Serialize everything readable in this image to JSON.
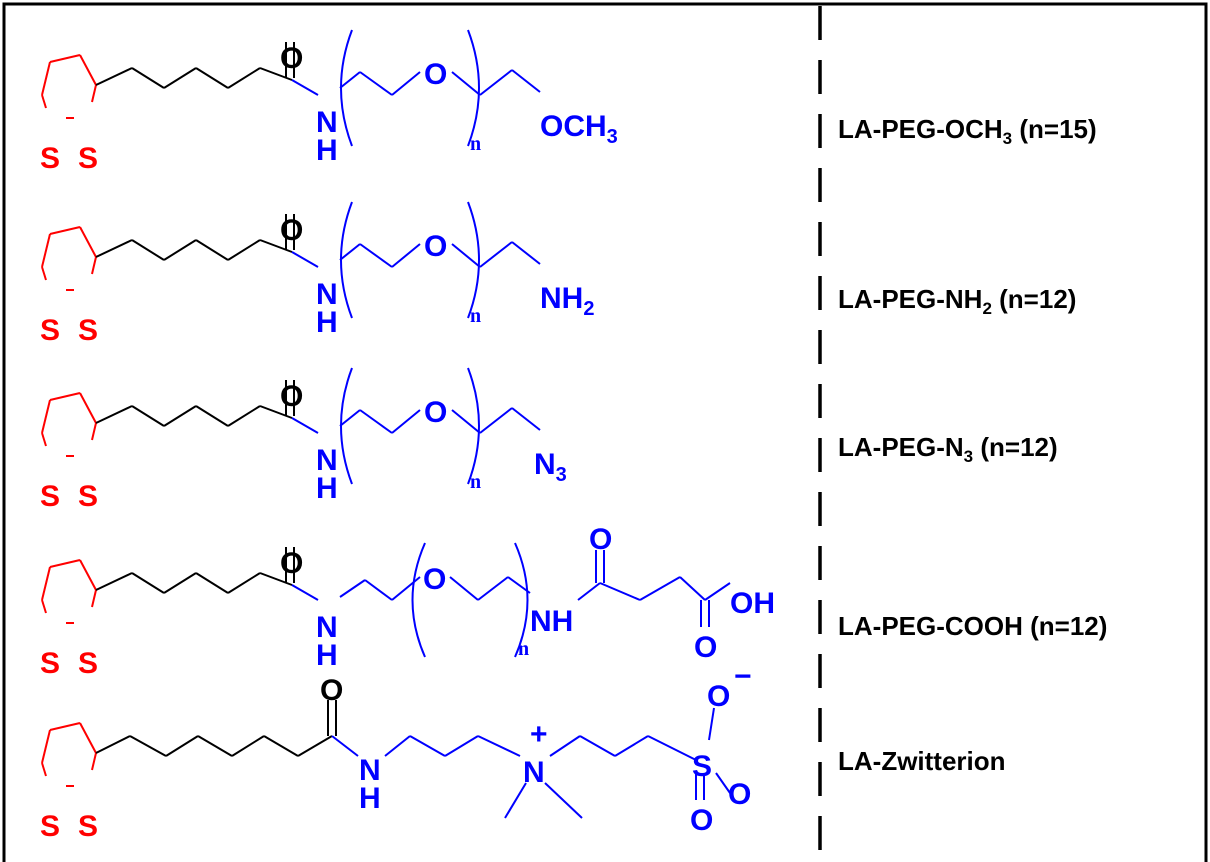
{
  "colors": {
    "ring": "#ff0000",
    "backbone": "#000000",
    "peg": "#0000ff",
    "frame": "#000000"
  },
  "atoms": {
    "S": "S",
    "O": "O",
    "N": "N",
    "H": "H",
    "NH": "NH",
    "OH": "OH",
    "n": "n",
    "plus": "+",
    "minus": "−"
  },
  "terminals": {
    "och3": {
      "main": "OCH",
      "sub": "3"
    },
    "nh2": {
      "main": "NH",
      "sub": "2"
    },
    "n3": {
      "main": "N",
      "sub": "3"
    }
  },
  "compounds": [
    {
      "pre": "LA-PEG-OCH",
      "sub": "3",
      "post": " (n=15)"
    },
    {
      "pre": "LA-PEG-NH",
      "sub": "2",
      "post": " (n=12)"
    },
    {
      "pre": "LA-PEG-N",
      "sub": "3",
      "post": " (n=12)"
    },
    {
      "pre": "LA-PEG-COOH (n=12)",
      "sub": "",
      "post": ""
    },
    {
      "pre": "LA-Zwitterion",
      "sub": "",
      "post": ""
    }
  ]
}
